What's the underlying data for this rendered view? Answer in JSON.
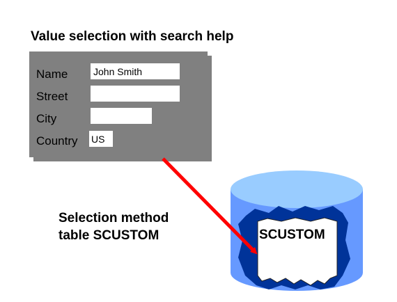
{
  "title": "Value selection with search help",
  "form": {
    "fields": [
      {
        "label": "Name",
        "value": "John Smith"
      },
      {
        "label": "Street",
        "value": ""
      },
      {
        "label": "City",
        "value": ""
      },
      {
        "label": "Country",
        "value": "US"
      }
    ]
  },
  "method": {
    "line1": "Selection method",
    "line2": "table SCUSTOM"
  },
  "database": {
    "table_name": "SCUSTOM"
  },
  "colors": {
    "panel": "#808080",
    "arrow": "#ff0000",
    "cylinder_top": "#99ccff",
    "cylinder_body": "#6699ff",
    "cylinder_dark": "#003399"
  }
}
